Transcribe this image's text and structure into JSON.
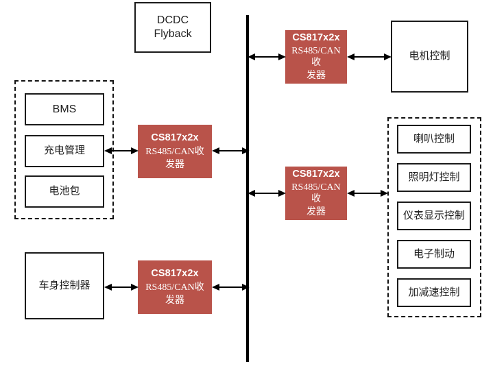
{
  "diagram": {
    "title": "RS485/CAN transceiver vehicle network block diagram",
    "colors": {
      "chip_fill": "#b9534a",
      "box_border": "#1a1a1a",
      "bus_line": "#000000",
      "dashed_border": "#111111",
      "text": "#1f1f1f"
    }
  },
  "power": {
    "dcdc": {
      "line1": "DCDC",
      "line2": "Flyback"
    }
  },
  "chips": [
    {
      "id": "chip-motor-bus",
      "title": "CS817x2x",
      "subtitle_line1": "RS485/CAN收",
      "subtitle_line2": "发器"
    },
    {
      "id": "chip-battery-bus",
      "title": "CS817x2x",
      "subtitle_line1": "RS485/CAN收",
      "subtitle_line2": "发器"
    },
    {
      "id": "chip-body-peripherals-bus",
      "title": "CS817x2x",
      "subtitle_line1": "RS485/CAN收",
      "subtitle_line2": "发器"
    },
    {
      "id": "chip-body-controller-bus",
      "title": "CS817x2x",
      "subtitle_line1": "RS485/CAN收",
      "subtitle_line2": "发器"
    }
  ],
  "battery_group": {
    "items": [
      {
        "label": "BMS",
        "latin": true
      },
      {
        "label": "充电管理",
        "latin": false
      },
      {
        "label": "电池包",
        "latin": false
      }
    ]
  },
  "body_controller": {
    "label": "车身控制器"
  },
  "motor_control": {
    "label": "电机控制"
  },
  "peripherals_group": {
    "items": [
      {
        "label": "喇叭控制"
      },
      {
        "label": "照明灯控制"
      },
      {
        "label": "仪表显示控制"
      },
      {
        "label": "电子制动"
      },
      {
        "label": "加减速控制"
      }
    ]
  },
  "bus": {
    "label": "vehicle-bus"
  },
  "connections": [
    {
      "id": "conn-bus-to-chip-motor"
    },
    {
      "id": "conn-chip-motor-to-motor-control"
    },
    {
      "id": "conn-battery-to-chip-battery"
    },
    {
      "id": "conn-chip-battery-to-bus"
    },
    {
      "id": "conn-bus-to-chip-peripherals"
    },
    {
      "id": "conn-chip-peripherals-to-group"
    },
    {
      "id": "conn-body-controller-to-chip"
    },
    {
      "id": "conn-chip-body-to-bus"
    }
  ]
}
